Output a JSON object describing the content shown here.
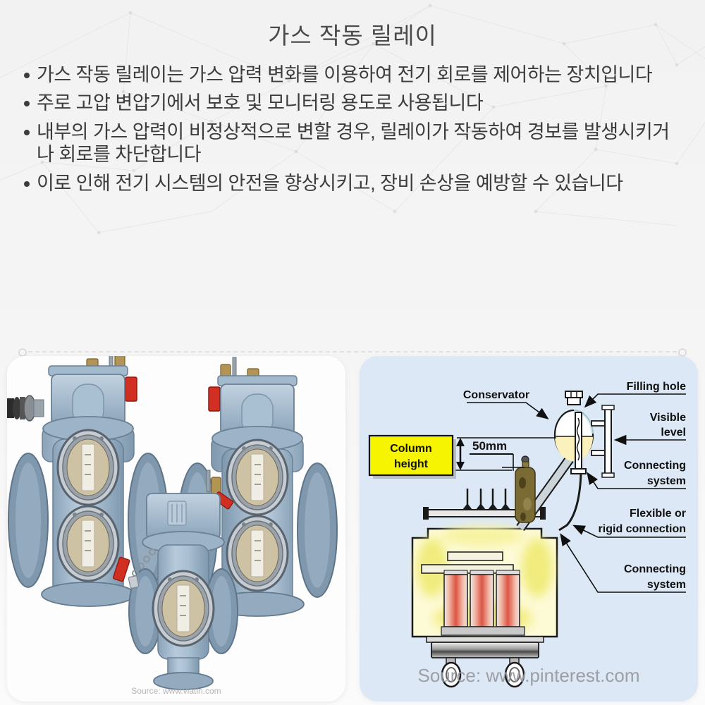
{
  "slide": {
    "title": "가스 작동 릴레이",
    "bullets": [
      "가스 작동 릴레이는 가스 압력 변화를 이용하여 전기 회로를 제어하는 장치입니다",
      "주로 고압 변압기에서 보호 및 모니터링 용도로 사용됩니다",
      "내부의 가스 압력이 비정상적으로 변할 경우, 릴레이가 작동하여 경보를 발생시키거나 회로를 차단합니다",
      "이로 인해 전기 시스템의 안전을 향상시키고, 장비 손상을 예방할 수 있습니다"
    ]
  },
  "left_panel": {
    "source": "Source: www.viatin.com"
  },
  "right_panel": {
    "source": "Source: www.pinterest.com",
    "labels": {
      "conservator": "Conservator",
      "filling_hole": "Filling hole",
      "visible_line1": "Visible",
      "visible_line2": "level",
      "column_line1": "Column",
      "column_line2": "height",
      "dim_50mm": "50mm",
      "connecting_line1": "Connecting",
      "connecting_line2": "system",
      "flexible_line1": "Flexible or",
      "flexible_line2": "rigid connection"
    }
  },
  "palette": {
    "page_background": "#f3f3f3",
    "title_text": "#4a4a4a",
    "body_text": "#3c3c3c",
    "left_card_bg": "#fdfdfd",
    "right_card_bg": "#dce8f5",
    "relay_body_blue": "#9db4c9",
    "red_lever": "#d22f23",
    "brass_fitting": "#b29455",
    "highlight_yellow": "#f7f400",
    "winding_red": "#dd5545",
    "tank_interior": "#fdfad6",
    "diagram_line": "#101010",
    "source_text_gray": "#94989d"
  }
}
